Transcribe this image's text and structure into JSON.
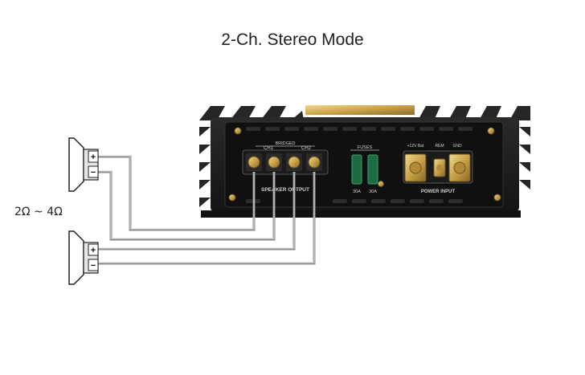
{
  "title": "2-Ch. Stereo Mode",
  "impedance_label": "2Ω ~ 4Ω",
  "amplifier": {
    "bridged_label": "BRIDGED",
    "ch1_label": "CH1",
    "ch2_label": "CH2",
    "speaker_output_label": "SPEAKER OUTPUT",
    "fuses_label": "FUSES",
    "fuse_ratings": [
      "30A",
      "30A"
    ],
    "power_terminals": [
      "+12V Bat",
      "REM",
      "GND"
    ],
    "power_input_label": "POWER INPUT",
    "polarity": {
      "plus": "+",
      "minus": "−"
    }
  },
  "speakers": [
    {
      "plus": "+",
      "minus": "−"
    },
    {
      "plus": "+",
      "minus": "−"
    }
  ],
  "colors": {
    "chassis": "#1f1f1f",
    "heatsink": "#2b2b2b",
    "gold": "#c9a24a",
    "wire": "#8c8c8c",
    "fuse": "#3fa36b"
  }
}
